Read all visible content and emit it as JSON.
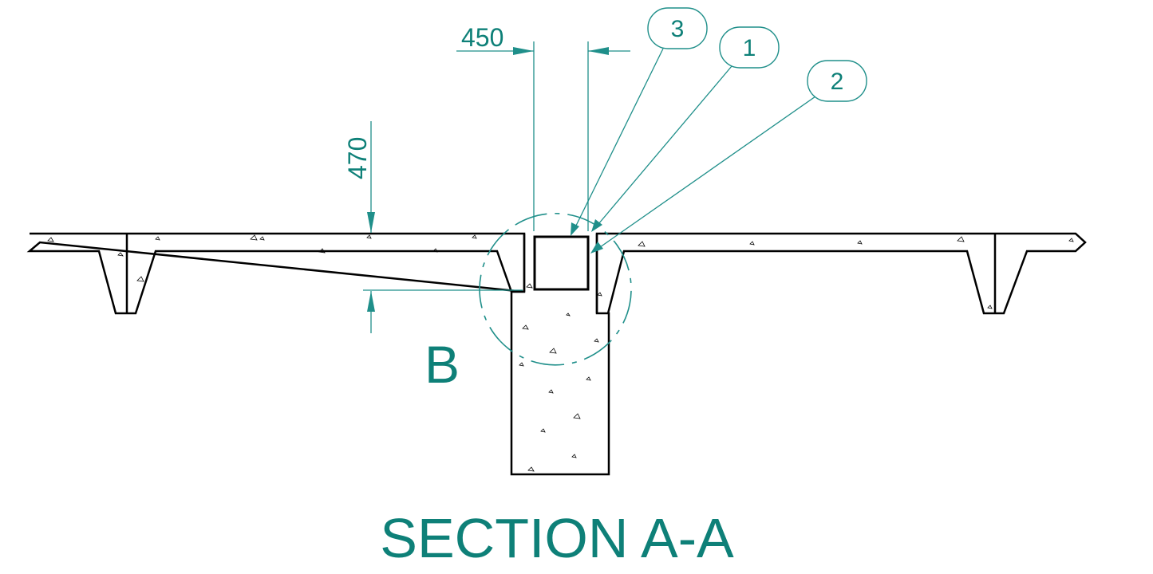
{
  "drawing": {
    "title": "SECTION A-A",
    "detail_label": "B",
    "dimensions": {
      "width": "450",
      "depth": "470"
    },
    "balloons": [
      {
        "id": "balloon-3",
        "label": "3"
      },
      {
        "id": "balloon-1",
        "label": "1"
      },
      {
        "id": "balloon-2",
        "label": "2"
      }
    ],
    "colors": {
      "annotation": "#1f8f8a",
      "outline": "#000000"
    }
  }
}
